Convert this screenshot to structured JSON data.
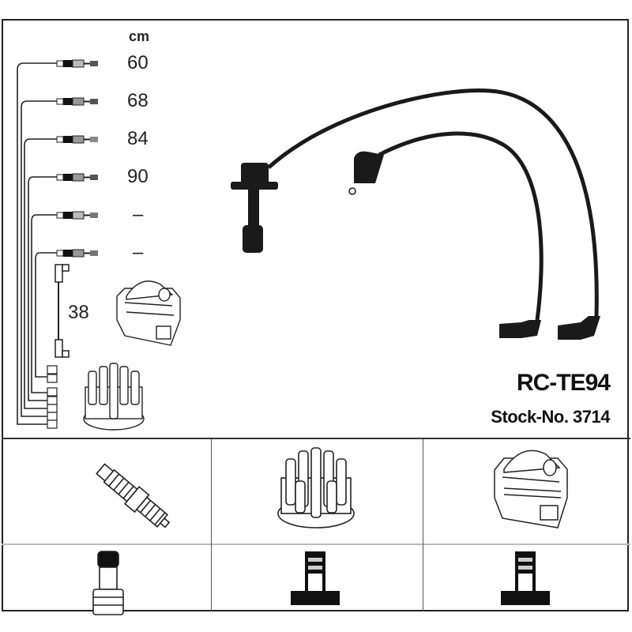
{
  "product": {
    "part_number": "RC-TE94",
    "stock_label": "Stock-No. 3714"
  },
  "lengths": {
    "unit": "cm",
    "wires": [
      "60",
      "68",
      "84",
      "90",
      "–",
      "–"
    ],
    "coil_lead": "38"
  },
  "components": {
    "top_row": [
      "spark-plug",
      "distributor-cap",
      "ignition-coil"
    ],
    "bottom_row": [
      "spark-plug-terminal",
      "distributor-terminal",
      "coil-terminal"
    ]
  },
  "colors": {
    "line": "#222222",
    "cable": "#1a1a1a",
    "background": "#ffffff"
  }
}
